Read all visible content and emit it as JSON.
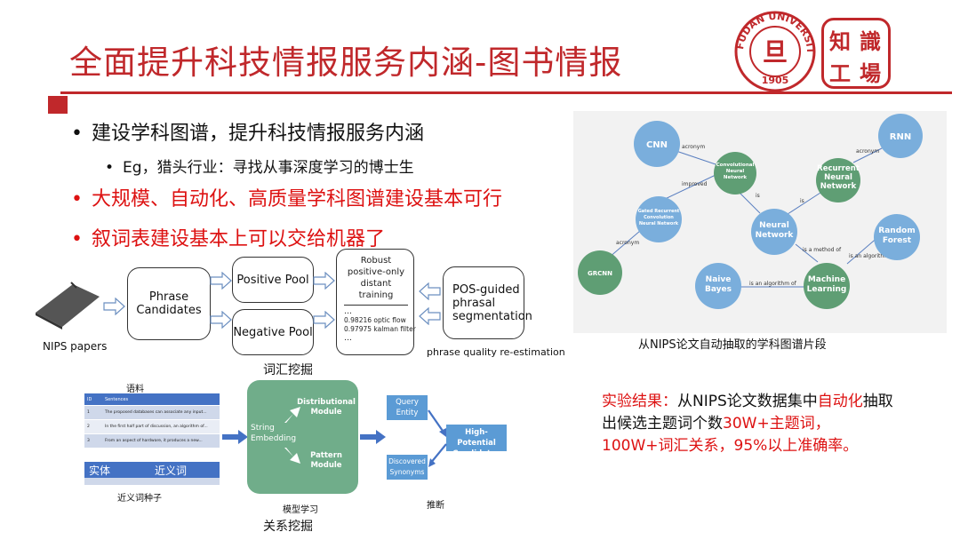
{
  "title": "全面提升科技情报服务内涵-图书情报",
  "logos": {
    "univ_text": "FUDAN UNIVERSITY",
    "univ_year": "1905",
    "zhi": "知",
    "shi": "識",
    "gong": "工",
    "chang": "場"
  },
  "bullets": {
    "b1": "建设学科图谱，提升科技情报服务内涵",
    "b2": "Eg，猎头行业：寻找从事深度学习的博士生",
    "b3": "大规模、自动化、高质量学科图谱建设基本可行",
    "b4": "叙词表建设基本上可以交给机器了",
    "dot": "•"
  },
  "pipeline": {
    "nips_label": "NIPS papers",
    "phrase_candidates": "Phrase Candidates",
    "positive_pool": "Positive Pool",
    "negative_pool": "Negative Pool",
    "robust_title": "Robust positive-only distant training",
    "robust_ellipsis1": "…",
    "robust_line1": "0.98216  optic flow",
    "robust_line2": "0.97975  kalman filter",
    "robust_ellipsis2": "…",
    "pos_guided": "POS-guided phrasal segmentation",
    "reestimation": "phrase quality re-estimation",
    "caption": "词汇挖掘"
  },
  "relation": {
    "corpus_label": "语料",
    "corpus_header_id": "ID",
    "corpus_header_sent": "Sentences",
    "corpus_rows": [
      {
        "id": "1",
        "text": "The proposed databases can associate any input..."
      },
      {
        "id": "2",
        "text": "In the first half part of discussion, an algorithm of..."
      },
      {
        "id": "3",
        "text": "From an aspect of hardware, it produces a new..."
      }
    ],
    "entity": "实体",
    "synonym": "近义词",
    "seed_label": "近义词种子",
    "string_embedding": "String Embedding",
    "distributional": "Distributional Module",
    "pattern": "Pattern Module",
    "model_label": "模型学习",
    "query_entity": "Query Entity",
    "discovered_synonyms": "Discovered Synonyms",
    "high_potential": "High-Potential Candidates",
    "infer_label": "推断",
    "caption": "关系挖掘"
  },
  "kg": {
    "nodes": {
      "cnn": "CNN",
      "rnn": "RNN",
      "cnn_full": "Convolutional Neural Network",
      "rnn_full": "Recurrent Neural Network",
      "gated": "Gated Recurrent Convolution Neural Network",
      "grcnn": "GRCNN",
      "nn": "Neural Network",
      "rf": "Random Forest",
      "nb": "Naive Bayes",
      "ml": "Machine Learning"
    },
    "edges": {
      "acronym": "acronym",
      "improved": "improved",
      "is": "is",
      "method_of": "is a method of",
      "algorithm_of": "is an algorithm of"
    },
    "caption": "从NIPS论文自动抽取的学科图谱片段",
    "colors": {
      "blue": "#7aaedc",
      "green": "#5f9e74"
    }
  },
  "result": {
    "p1": "实验结果：",
    "p2": "从NIPS论文数据集中",
    "p3": "自动化",
    "p4": "抽取出候选主题词个数",
    "p5": "30W+主题词",
    "p6": "，100W+词汇关系，95%以上准确率。"
  }
}
